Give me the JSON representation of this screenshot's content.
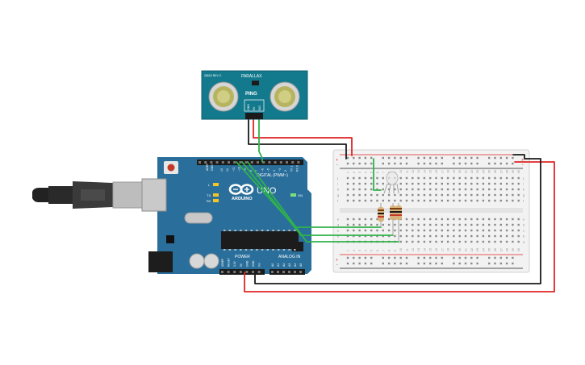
{
  "sensor": {
    "brand": "PARALLAX",
    "model_badge": "PING",
    "revision": "28015 REV C",
    "pins": [
      "GND",
      "5V",
      "SIG"
    ]
  },
  "arduino": {
    "brand": "ARDUINO",
    "model": "UNO",
    "header_label_digital": "DIGITAL (PWM~)",
    "header_label_power": "POWER",
    "header_label_analog": "ANALOG IN",
    "aref_label": "AREF",
    "gnd_label": "GND",
    "led_labels": [
      "L",
      "TX",
      "RX"
    ],
    "on_label": "ON",
    "digital_pins": [
      "13",
      "12",
      "~11",
      "~10",
      "~9",
      "8",
      "7",
      "~6",
      "~5",
      "4",
      "~3",
      "2",
      "TX 1",
      "RX 0"
    ],
    "power_pins": [
      "IOREF",
      "RESET",
      "3.3V",
      "5V",
      "GND",
      "GND",
      "Vin"
    ],
    "analog_pins": [
      "A0",
      "A1",
      "A2",
      "A3",
      "A4",
      "A5"
    ]
  },
  "breadboard": {
    "rail_plus": "+",
    "rail_minus": "-",
    "row_letters_top": [
      "j",
      "i",
      "h",
      "g",
      "f"
    ],
    "row_letters_bottom": [
      "e",
      "d",
      "c",
      "b",
      "a"
    ],
    "columns": 30
  },
  "colors": {
    "wire_red": "#e02424",
    "wire_black": "#1a1a1a",
    "wire_green": "#2fb34a",
    "arduino_blue": "#2a6f9b",
    "sensor_blue": "#137a8d",
    "breadboard": "#f2f2f2"
  }
}
